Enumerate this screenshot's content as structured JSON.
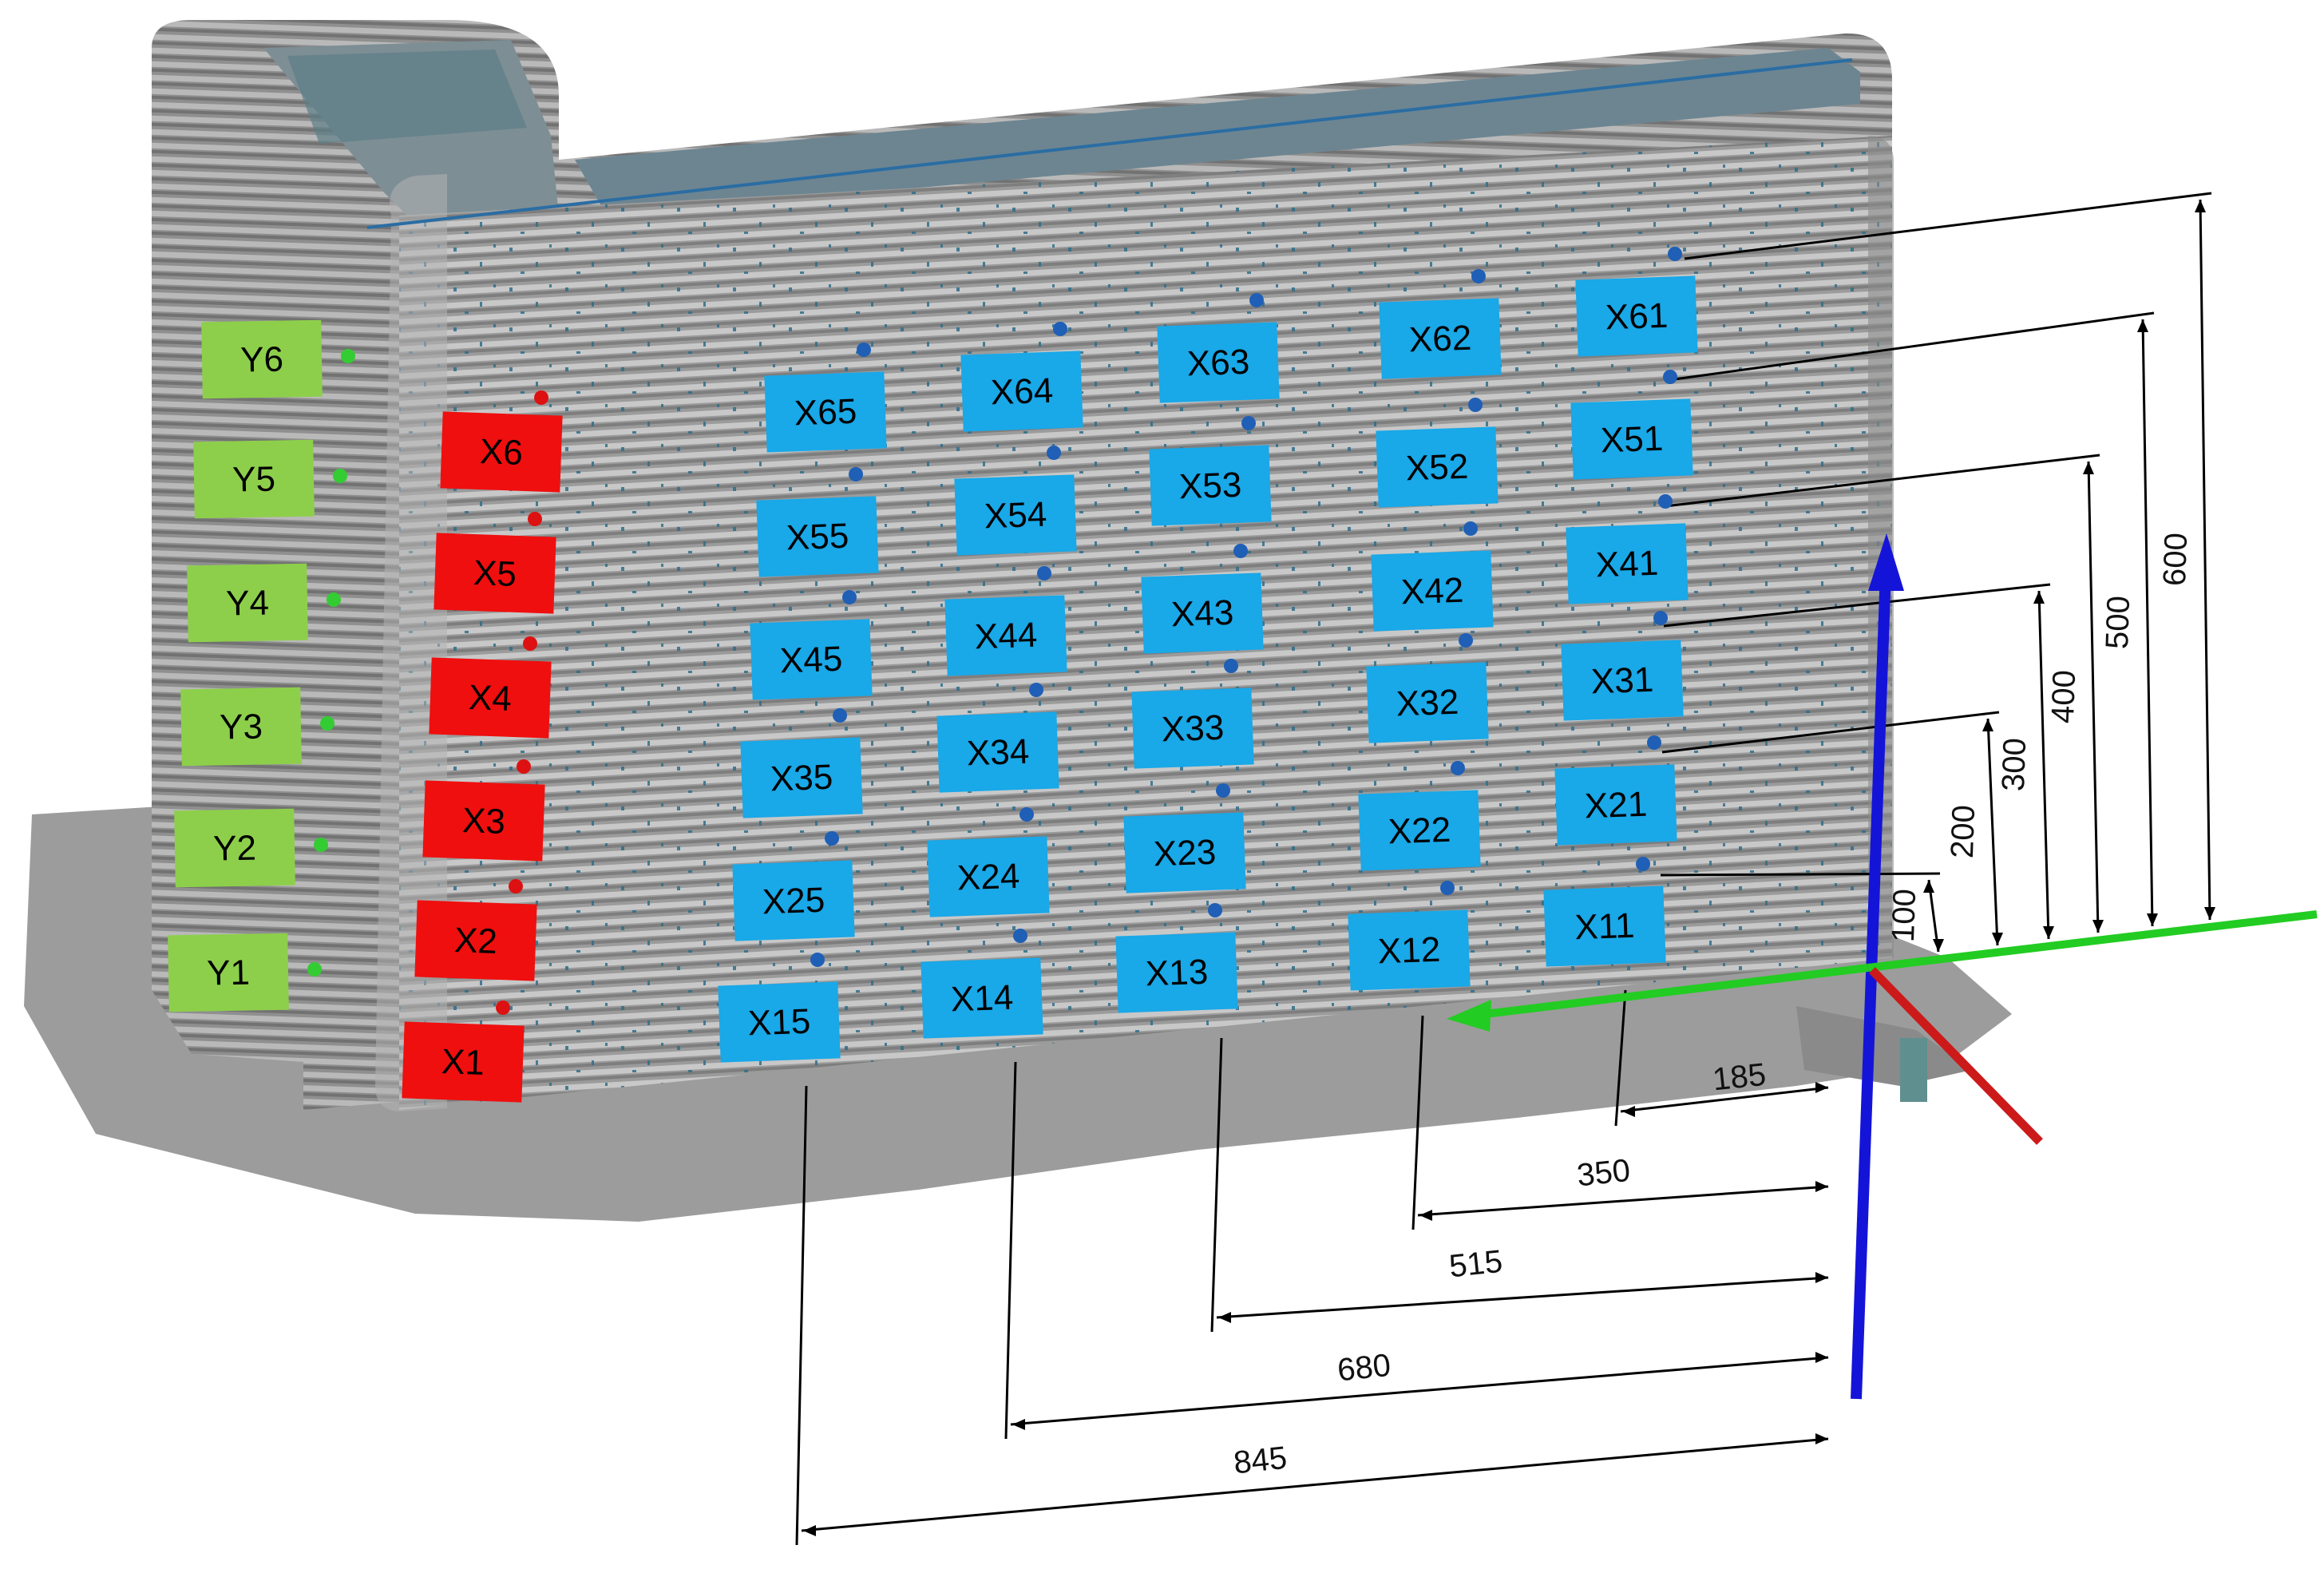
{
  "colors": {
    "wall": "#9d9d9d",
    "wall_light": "#c6c6c6",
    "wall_dark": "#7b7b7b",
    "ground_shadow": "#9a9a9a",
    "y_label": "#8dcf4b",
    "x_edge_label": "#ef0f0f",
    "grid_label": "#19a8e8",
    "point_marker": "#1f5fb6",
    "z_axis": "#1414d8",
    "y_axis": "#22cc22",
    "x_axis": "#cc1a1a"
  },
  "y_labels": [
    "Y1",
    "Y2",
    "Y3",
    "Y4",
    "Y5",
    "Y6"
  ],
  "x_edge_labels": [
    "X1",
    "X2",
    "X3",
    "X4",
    "X5",
    "X6"
  ],
  "grid_columns": [
    [
      "X11",
      "X21",
      "X31",
      "X41",
      "X51",
      "X61"
    ],
    [
      "X12",
      "X22",
      "X32",
      "X42",
      "X52",
      "X62"
    ],
    [
      "X13",
      "X23",
      "X33",
      "X43",
      "X53",
      "X63"
    ],
    [
      "X14",
      "X24",
      "X34",
      "X44",
      "X54",
      "X64"
    ],
    [
      "X15",
      "X25",
      "X35",
      "X45",
      "X55",
      "X65"
    ]
  ],
  "vertical_dimensions": [
    "100",
    "200",
    "300",
    "400",
    "500",
    "600"
  ],
  "horizontal_dimensions": [
    "185",
    "350",
    "515",
    "680",
    "845"
  ]
}
